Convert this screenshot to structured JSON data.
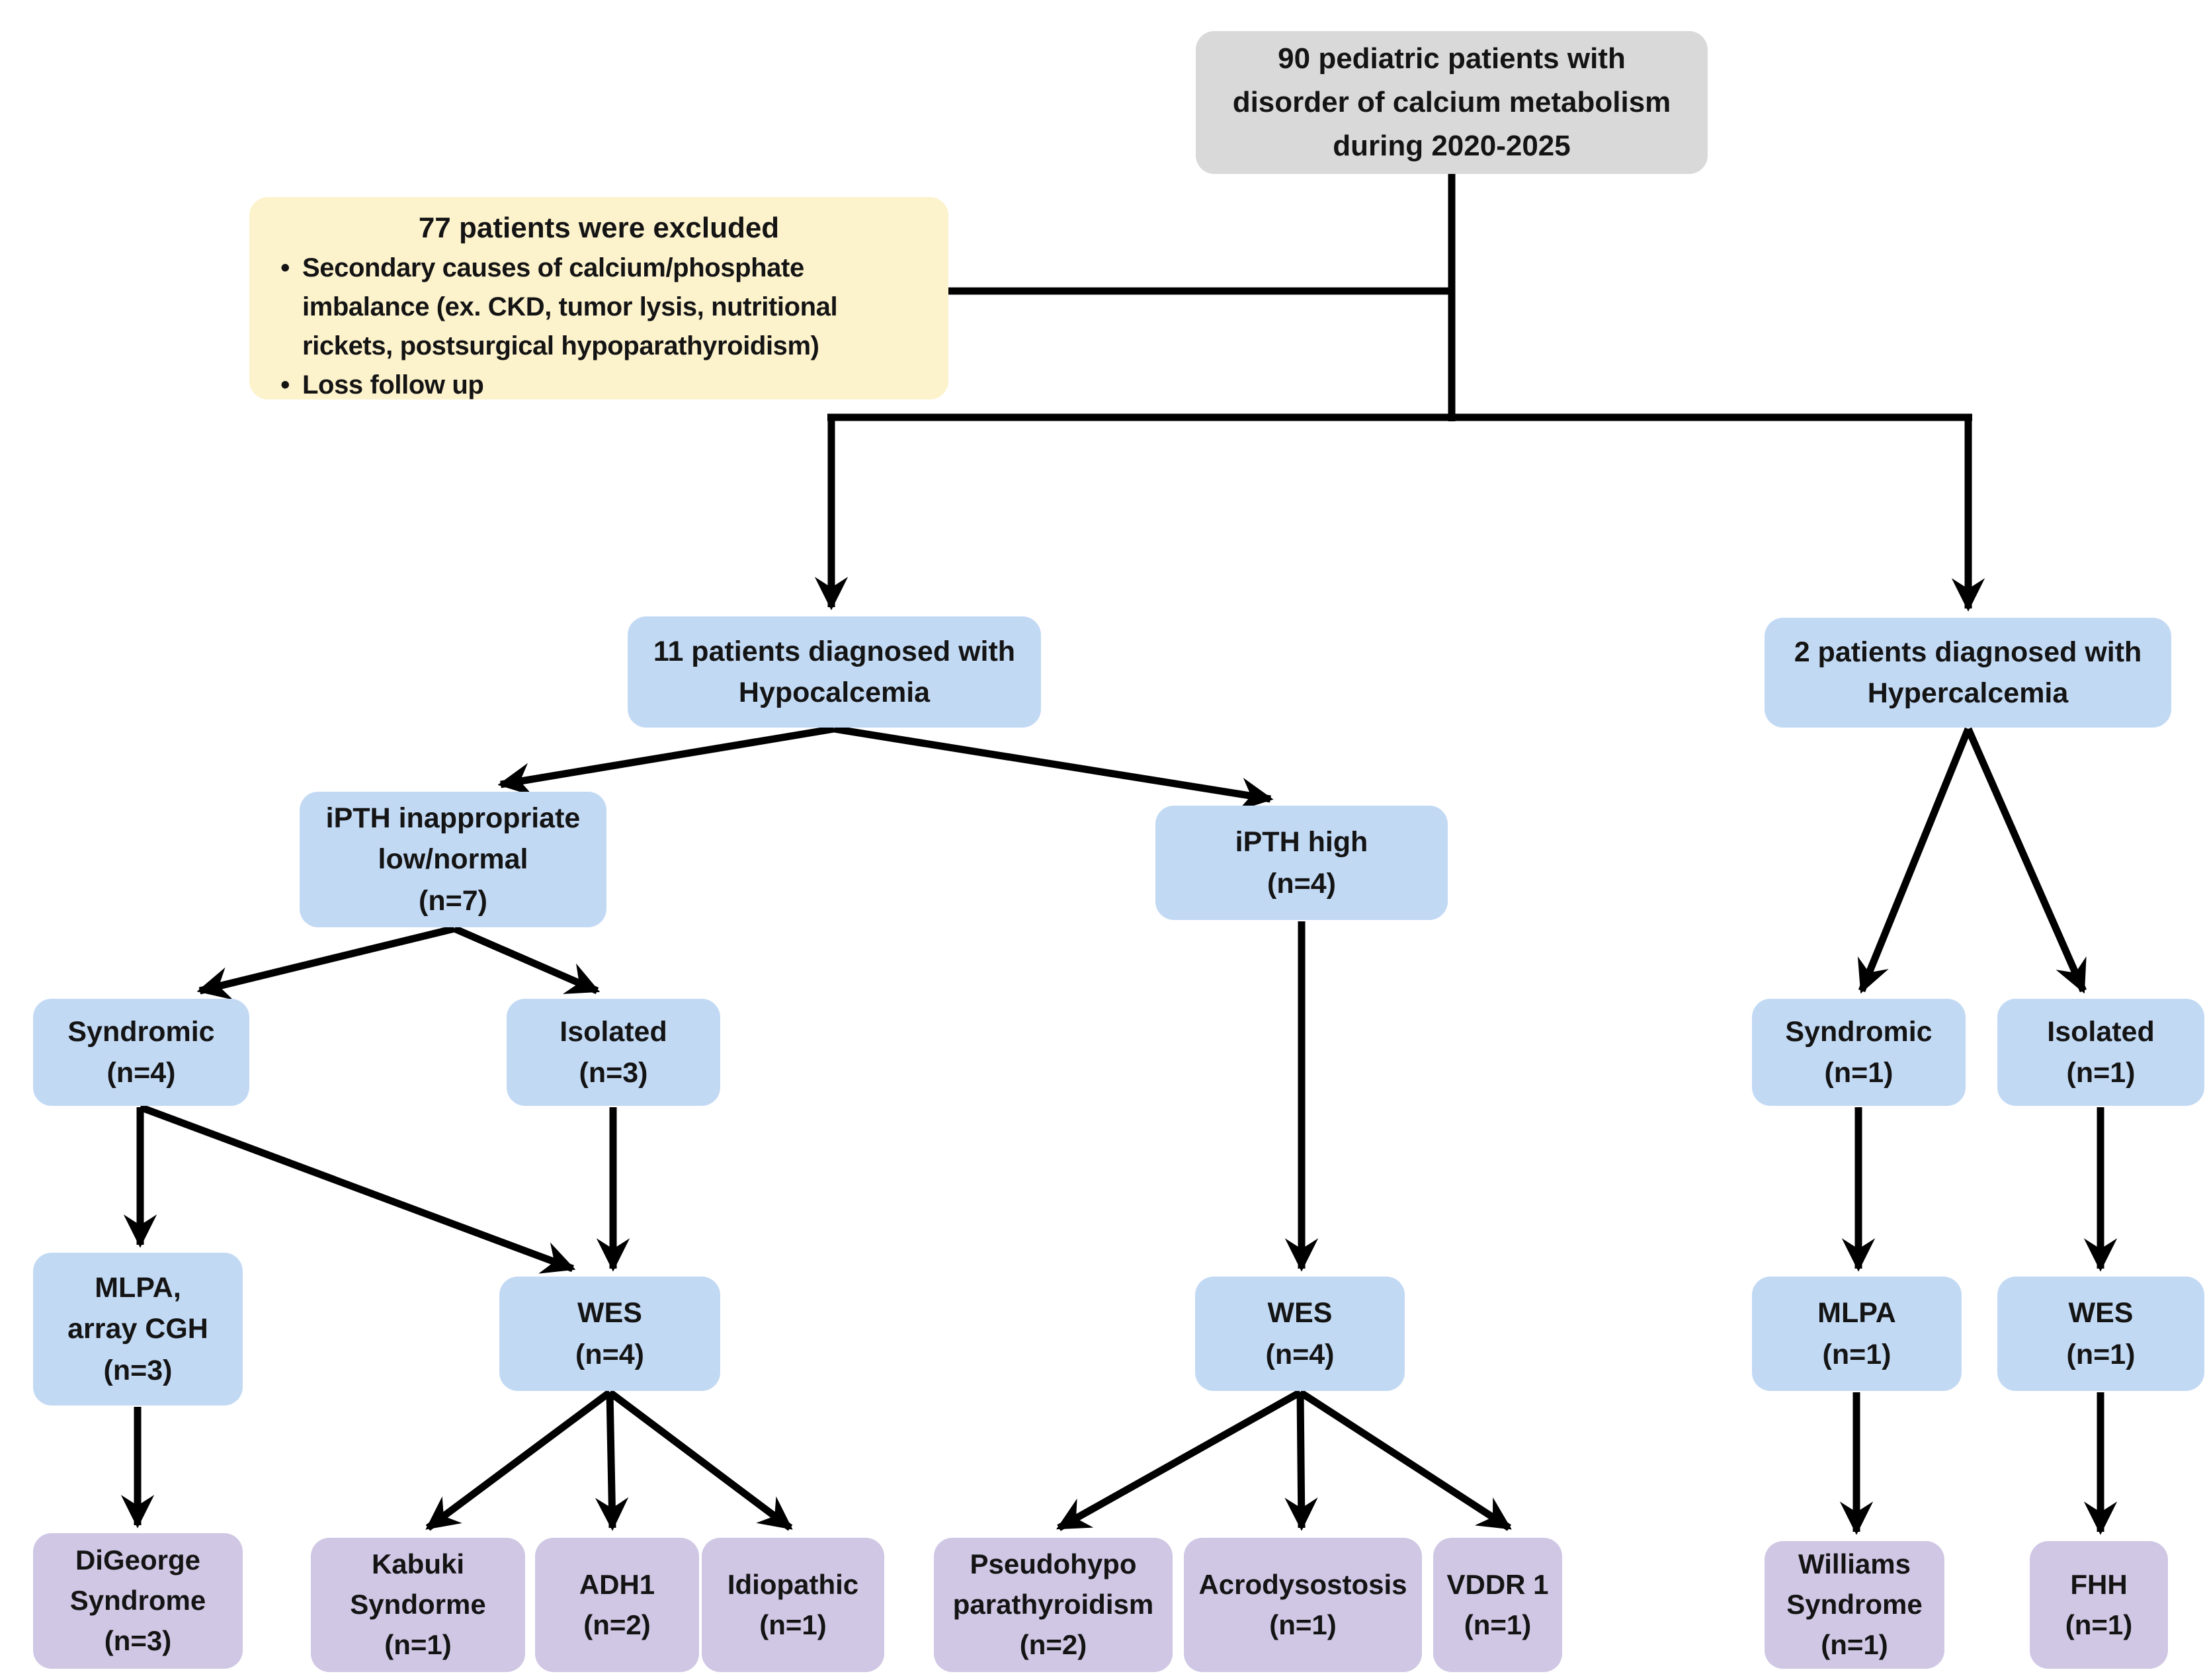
{
  "colors": {
    "node_blue": "#c2d9f4",
    "node_purple": "#cfc7e4",
    "node_gray": "#d9d9d9",
    "note_yellow": "#fcf2cc",
    "connector_black": "#000000",
    "background": "#ffffff"
  },
  "nodes": {
    "root": {
      "label": "90 pediatric patients with\ndisorder of calcium metabolism\nduring 2020-2025"
    },
    "excluded": {
      "title": "77 patients were excluded",
      "bullet_glyph": "•",
      "bullets": [
        "Secondary causes of calcium/phosphate\nimbalance (ex. CKD, tumor lysis, nutritional\nrickets, postsurgical hypoparathyroidism)",
        "Loss follow up"
      ]
    },
    "hypocalcemia": {
      "label": "11 patients diagnosed with\nHypocalcemia"
    },
    "hypercalcemia": {
      "label": "2 patients diagnosed with\nHypercalcemia"
    },
    "ipth_low": {
      "label": "iPTH inappropriate\nlow/normal\n(n=7)"
    },
    "ipth_high": {
      "label": "iPTH high\n(n=4)"
    },
    "syndromic_hypo": {
      "label": "Syndromic\n(n=4)"
    },
    "isolated_hypo": {
      "label": "Isolated\n(n=3)"
    },
    "syndromic_hyper": {
      "label": "Syndromic\n(n=1)"
    },
    "isolated_hyper": {
      "label": "Isolated\n(n=1)"
    },
    "mlpa_cgh": {
      "label": "MLPA,\narray CGH\n(n=3)"
    },
    "wes_hypo": {
      "label": "WES\n(n=4)"
    },
    "wes_high": {
      "label": "WES\n(n=4)"
    },
    "mlpa_hyper": {
      "label": "MLPA\n(n=1)"
    },
    "wes_hyper": {
      "label": "WES\n(n=1)"
    },
    "digeorge": {
      "label": "DiGeorge\nSyndrome\n(n=3)"
    },
    "kabuki": {
      "label": "Kabuki\nSyndorme\n(n=1)"
    },
    "adh1": {
      "label": "ADH1\n(n=2)"
    },
    "idiopathic": {
      "label": "Idiopathic\n(n=1)"
    },
    "pseudohypoparathyroidism": {
      "label": "Pseudohypo\nparathyroidism\n(n=2)"
    },
    "acrodysostosis": {
      "label": "Acrodysostosis\n(n=1)"
    },
    "vddr1": {
      "label": "VDDR 1\n(n=1)"
    },
    "williams": {
      "label": "Williams\nSyndrome\n(n=1)"
    },
    "fhh": {
      "label": "FHH\n(n=1)"
    }
  },
  "edges": [
    {
      "from": "root",
      "to": "excluded"
    },
    {
      "from": "root",
      "to": "hypocalcemia"
    },
    {
      "from": "root",
      "to": "hypercalcemia"
    },
    {
      "from": "hypocalcemia",
      "to": "ipth_low"
    },
    {
      "from": "hypocalcemia",
      "to": "ipth_high"
    },
    {
      "from": "ipth_low",
      "to": "syndromic_hypo"
    },
    {
      "from": "ipth_low",
      "to": "isolated_hypo"
    },
    {
      "from": "syndromic_hypo",
      "to": "mlpa_cgh"
    },
    {
      "from": "syndromic_hypo",
      "to": "wes_hypo"
    },
    {
      "from": "isolated_hypo",
      "to": "wes_hypo"
    },
    {
      "from": "ipth_high",
      "to": "wes_high"
    },
    {
      "from": "mlpa_cgh",
      "to": "digeorge"
    },
    {
      "from": "wes_hypo",
      "to": "kabuki"
    },
    {
      "from": "wes_hypo",
      "to": "adh1"
    },
    {
      "from": "wes_hypo",
      "to": "idiopathic"
    },
    {
      "from": "wes_high",
      "to": "pseudohypoparathyroidism"
    },
    {
      "from": "wes_high",
      "to": "acrodysostosis"
    },
    {
      "from": "wes_high",
      "to": "vddr1"
    },
    {
      "from": "hypercalcemia",
      "to": "syndromic_hyper"
    },
    {
      "from": "hypercalcemia",
      "to": "isolated_hyper"
    },
    {
      "from": "syndromic_hyper",
      "to": "mlpa_hyper"
    },
    {
      "from": "isolated_hyper",
      "to": "wes_hyper"
    },
    {
      "from": "mlpa_hyper",
      "to": "williams"
    },
    {
      "from": "wes_hyper",
      "to": "fhh"
    }
  ]
}
